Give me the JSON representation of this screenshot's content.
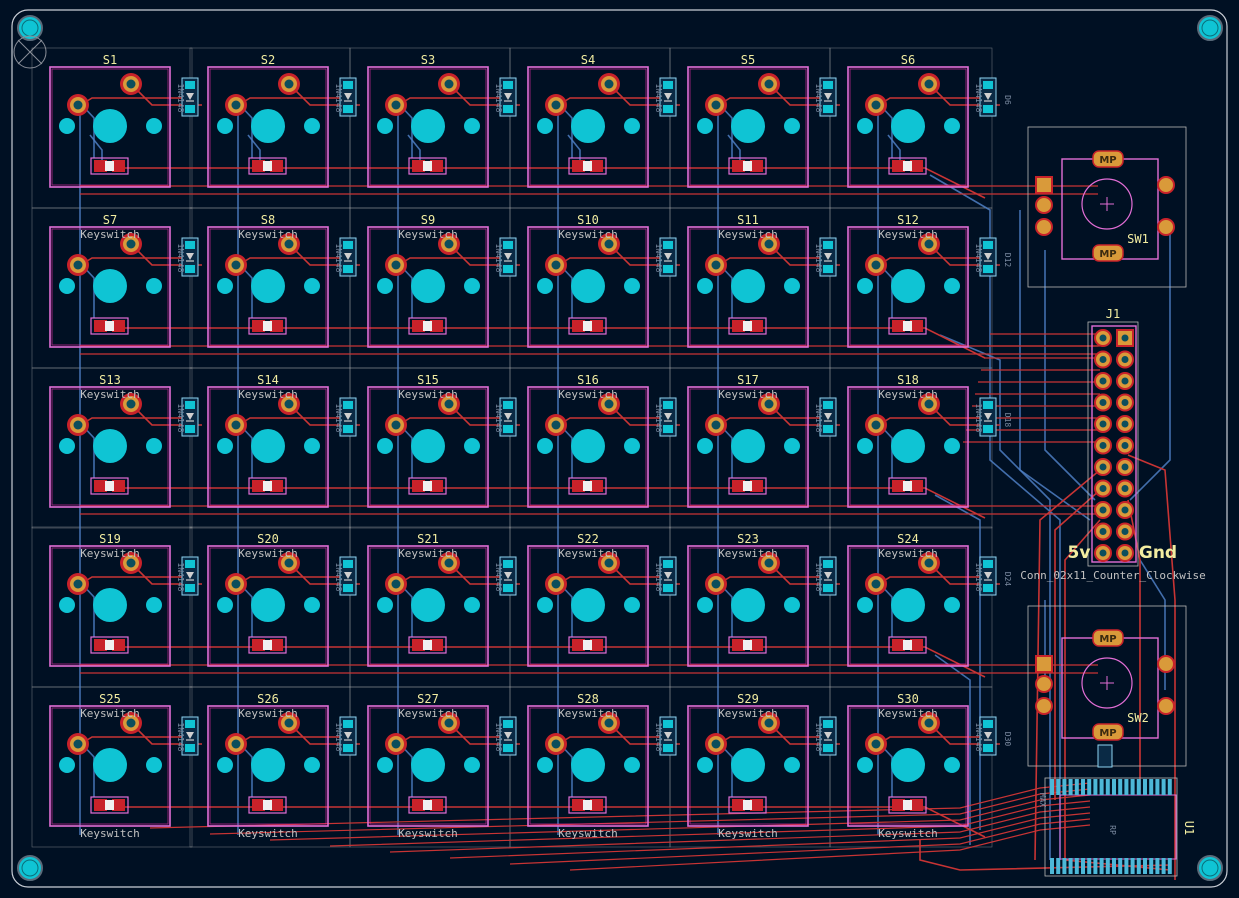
{
  "board": {
    "background": "#001023",
    "colors": {
      "courtyard": "#e26ed6",
      "outline": "#ff2fb7",
      "pad_cyan": "#0fc4d4",
      "pad_ring": "#d99a3a",
      "pad_red": "#c8222a",
      "trace_front": "#c83434",
      "trace_back": "#4d7fc4",
      "silk": "#f2eda1",
      "fab": "#c2c2c2",
      "grid": "#b8b8b8"
    }
  },
  "switches": [
    {
      "ref": "S1",
      "value": "",
      "bottom": ""
    },
    {
      "ref": "S2",
      "value": "",
      "bottom": ""
    },
    {
      "ref": "S3",
      "value": "",
      "bottom": ""
    },
    {
      "ref": "S4",
      "value": "",
      "bottom": ""
    },
    {
      "ref": "S5",
      "value": "",
      "bottom": ""
    },
    {
      "ref": "S6",
      "value": "",
      "bottom": ""
    },
    {
      "ref": "S7",
      "value": "Keyswitch",
      "bottom": ""
    },
    {
      "ref": "S8",
      "value": "Keyswitch",
      "bottom": ""
    },
    {
      "ref": "S9",
      "value": "Keyswitch",
      "bottom": ""
    },
    {
      "ref": "S10",
      "value": "Keyswitch",
      "bottom": ""
    },
    {
      "ref": "S11",
      "value": "Keyswitch",
      "bottom": ""
    },
    {
      "ref": "S12",
      "value": "Keyswitch",
      "bottom": ""
    },
    {
      "ref": "S13",
      "value": "Keyswitch",
      "bottom": ""
    },
    {
      "ref": "S14",
      "value": "Keyswitch",
      "bottom": ""
    },
    {
      "ref": "S15",
      "value": "Keyswitch",
      "bottom": ""
    },
    {
      "ref": "S16",
      "value": "Keyswitch",
      "bottom": ""
    },
    {
      "ref": "S17",
      "value": "Keyswitch",
      "bottom": ""
    },
    {
      "ref": "S18",
      "value": "Keyswitch",
      "bottom": ""
    },
    {
      "ref": "S19",
      "value": "Keyswitch",
      "bottom": ""
    },
    {
      "ref": "S20",
      "value": "Keyswitch",
      "bottom": ""
    },
    {
      "ref": "S21",
      "value": "Keyswitch",
      "bottom": ""
    },
    {
      "ref": "S22",
      "value": "Keyswitch",
      "bottom": ""
    },
    {
      "ref": "S23",
      "value": "Keyswitch",
      "bottom": ""
    },
    {
      "ref": "S24",
      "value": "Keyswitch",
      "bottom": ""
    },
    {
      "ref": "S25",
      "value": "Keyswitch",
      "bottom": "Keyswitch"
    },
    {
      "ref": "S26",
      "value": "Keyswitch",
      "bottom": "Keyswitch"
    },
    {
      "ref": "S27",
      "value": "Keyswitch",
      "bottom": "Keyswitch"
    },
    {
      "ref": "S28",
      "value": "Keyswitch",
      "bottom": "Keyswitch"
    },
    {
      "ref": "S29",
      "value": "Keyswitch",
      "bottom": "Keyswitch"
    },
    {
      "ref": "S30",
      "value": "Keyswitch",
      "bottom": "Keyswitch"
    }
  ],
  "diode_value": "1N4148",
  "diode_right_labels": [
    "D6",
    "D12",
    "D18",
    "D24",
    "D30"
  ],
  "connector": {
    "ref": "J1",
    "value": "Conn_02x11_Counter_Clockwise",
    "label_5v": "5v",
    "label_gnd": "Gnd"
  },
  "encoders": [
    {
      "ref": "SW1",
      "mp_label": "MP"
    },
    {
      "ref": "SW2",
      "mp_label": "MP"
    }
  ],
  "mcu": {
    "ref": "U1",
    "label": "MAX",
    "fab": "RP"
  }
}
